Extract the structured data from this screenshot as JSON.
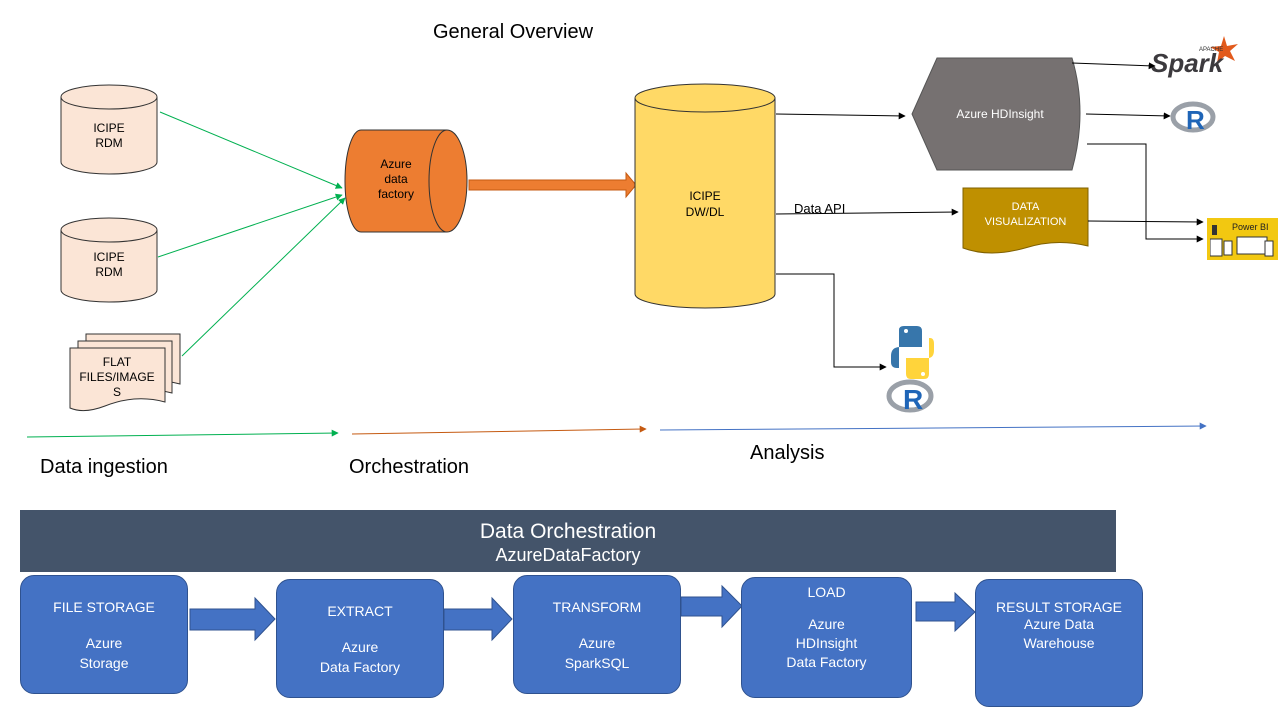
{
  "title": "General Overview",
  "sources": {
    "rdm1": [
      "ICIPE",
      "RDM"
    ],
    "rdm2": [
      "ICIPE",
      "RDM"
    ],
    "flat": [
      "FLAT",
      "FILES/IMAGE",
      "S"
    ]
  },
  "factory": [
    "Azure",
    "data",
    "factory"
  ],
  "warehouse": [
    "ICIPE",
    "DW/DL"
  ],
  "hdinsight": "Azure HDInsight",
  "visualization": [
    "DATA",
    "VISUALIZATION"
  ],
  "api_label": "Data API",
  "tools": {
    "spark_brand": "Spark",
    "spark_small": "APACHE",
    "r_letter": "R",
    "powerbi": "Power BI"
  },
  "stages": {
    "ingestion": "Data ingestion",
    "orchestration": "Orchestration",
    "analysis": "Analysis"
  },
  "banner": {
    "title": "Data Orchestration",
    "subtitle": "AzureDataFactory"
  },
  "pipeline": [
    {
      "title": "FILE STORAGE",
      "detail": "Azure\nStorage"
    },
    {
      "title": "EXTRACT",
      "detail": "Azure\nData Factory"
    },
    {
      "title": "TRANSFORM",
      "detail": "Azure\nSparkSQL"
    },
    {
      "title": "LOAD",
      "detail": "Azure\nHDInsight\nData Factory"
    },
    {
      "title": "RESULT STORAGE",
      "detail": "Azure Data\nWarehouse"
    }
  ],
  "colors": {
    "peach": "#fbe5d6",
    "orange": "#ed7d31",
    "yellow": "#ffd966",
    "gray_hex": "#767171",
    "gold": "#bf9000",
    "blue": "#4472c4",
    "banner": "#44546a",
    "green_arrow": "#00b050"
  }
}
